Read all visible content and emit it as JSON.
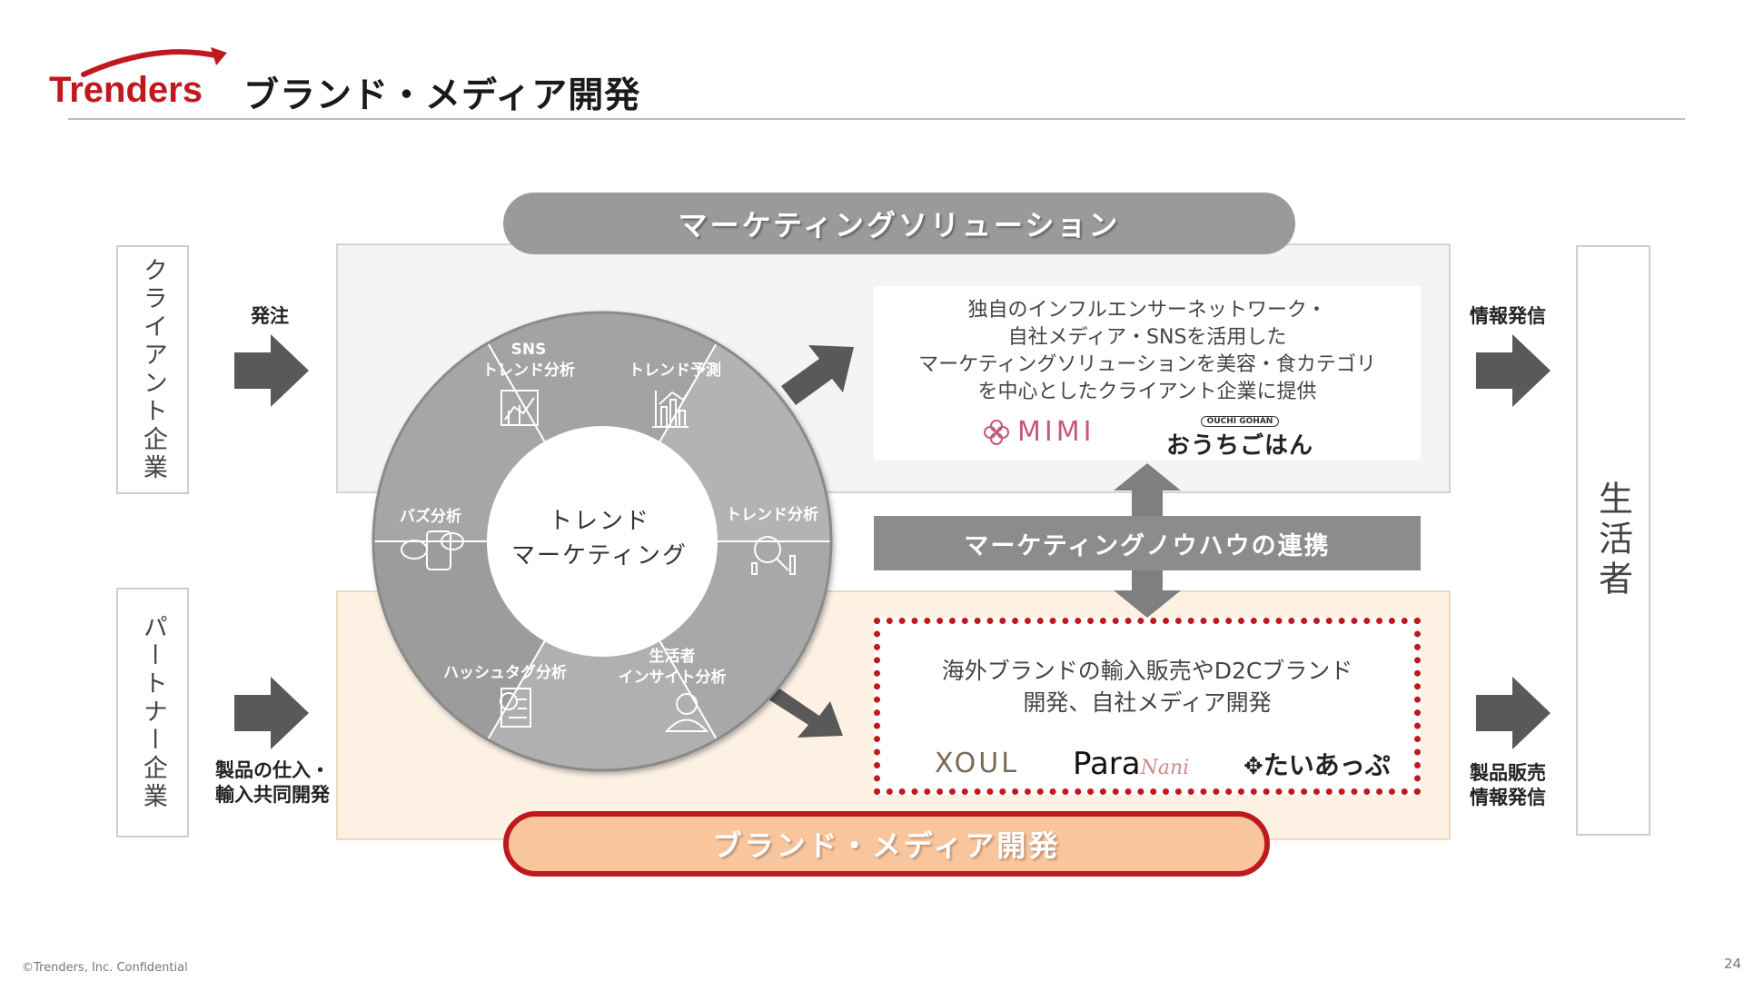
{
  "header": {
    "logo_text": "Trenders",
    "title": "ブランド・メディア開発"
  },
  "left": {
    "client_label": "クライアント企業",
    "partner_label": "パートナー企業",
    "order_label": "発注",
    "purchase_label_1": "製品の仕入・",
    "purchase_label_2": "輸入共同開発"
  },
  "right": {
    "consumer_label": "生活者",
    "info_label": "情報発信",
    "sales_label_1": "製品販売",
    "sales_label_2": "情報発信"
  },
  "marketing": {
    "pill": "マーケティングソリューション",
    "desc": [
      "独自のインフルエンサーネットワーク・",
      "自社メディア・SNSを活用した",
      "マーケティングソリューションを美容・食カテゴリ",
      "を中心としたクライアント企業に提供"
    ],
    "brand_mimi": "MIMI",
    "brand_ouchi_small": "OUCHI GOHAN",
    "brand_ouchi": "おうちごはん"
  },
  "knowhow": "マーケティングノウハウの連携",
  "development": {
    "pill": "ブランド・メディア開発",
    "desc": [
      "海外ブランドの輸入販売やD2Cブランド",
      "開発、自社メディア開発"
    ],
    "brand_xoul": "XOUL",
    "brand_para": "Para",
    "brand_para_script": "Nani",
    "brand_tai": "たいあっぷ"
  },
  "wheel": {
    "center": [
      "トレンド",
      "マーケティング"
    ],
    "segments": [
      {
        "label": "SNS\nトレンド分析",
        "icon": "chart-twitter-icon"
      },
      {
        "label": "トレンド予測",
        "icon": "bar-chart-icon"
      },
      {
        "label": "トレンド分析",
        "icon": "magnifier-chart-icon"
      },
      {
        "label": "生活者\nインサイト分析",
        "icon": "person-icon"
      },
      {
        "label": "ハッシュタグ分析",
        "icon": "hashtag-document-icon"
      },
      {
        "label": "バズ分析",
        "icon": "chat-phone-icon"
      }
    ]
  },
  "colors": {
    "brand_red": "#c0191d",
    "panel_grey": "#9a9a9a",
    "arrow_grey": "#595959",
    "wheel_grey": "#9e9e9e"
  },
  "footer": {
    "copyright": "©Trenders, Inc. Confidential",
    "page": "24"
  }
}
